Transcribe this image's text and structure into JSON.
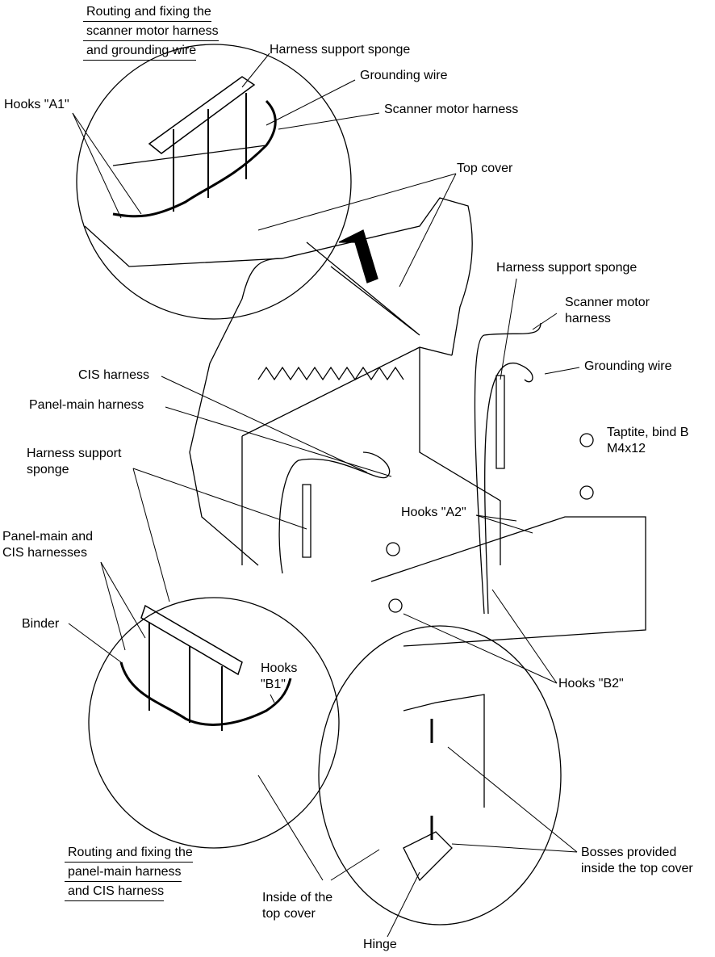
{
  "title_top": [
    "Routing and fixing the",
    "scanner motor harness",
    "and grounding wire"
  ],
  "title_bottom": [
    "Routing and fixing the",
    "panel-main harness",
    "and CIS harness"
  ],
  "labels": {
    "harness_sponge_top": "Harness support sponge",
    "grounding_wire_top": "Grounding wire",
    "scanner_harness_top": "Scanner motor harness",
    "hooks_a1": "Hooks \"A1\"",
    "top_cover": "Top cover",
    "harness_sponge_right": "Harness support sponge",
    "scanner_harness_right_1": "Scanner motor",
    "scanner_harness_right_2": "harness",
    "grounding_wire_right": "Grounding wire",
    "taptite_1": "Taptite, bind B",
    "taptite_2": "M4x12",
    "cis_harness": "CIS harness",
    "panel_main_harness": "Panel-main harness",
    "harness_sponge_left_1": "Harness support",
    "harness_sponge_left_2": "sponge",
    "panel_cis_1": "Panel-main and",
    "panel_cis_2": "CIS harnesses",
    "hooks_a2": "Hooks \"A2\"",
    "binder": "Binder",
    "hooks_b1_1": "Hooks",
    "hooks_b1_2": "\"B1\"",
    "hooks_b2": "Hooks \"B2\"",
    "bosses_1": "Bosses provided",
    "bosses_2": "inside the top cover",
    "inside_cover_1": "Inside of the",
    "inside_cover_2": "top cover",
    "hinge": "Hinge"
  }
}
